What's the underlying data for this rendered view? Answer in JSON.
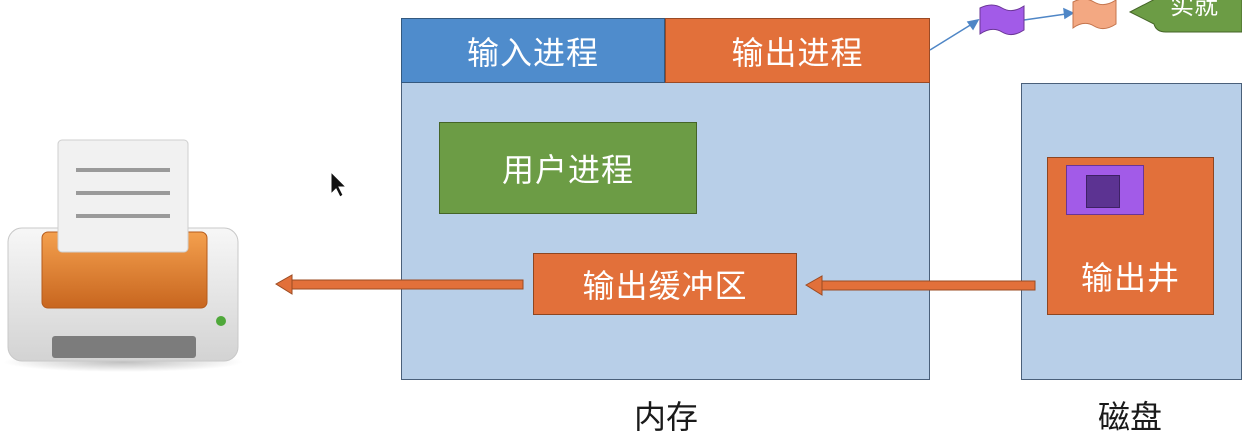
{
  "memory": {
    "caption": "内存",
    "input_process": "输入进程",
    "output_process": "输出进程",
    "user_process": "用户进程",
    "output_buffer": "输出缓冲区"
  },
  "disk": {
    "caption": "磁盘",
    "output_well": "输出井"
  },
  "callout": {
    "text": "实就"
  },
  "colors": {
    "memory_bg": "#b8cfe8",
    "input_process": "#4f8ccc",
    "output_process": "#e2703a",
    "user_process": "#6c9c45",
    "arrow": "#e2703a",
    "callout_bg": "#6c9c45",
    "doc_purple": "#a25be8"
  },
  "icons": {
    "printer": "printer-icon",
    "cursor": "mouse-cursor-icon"
  }
}
